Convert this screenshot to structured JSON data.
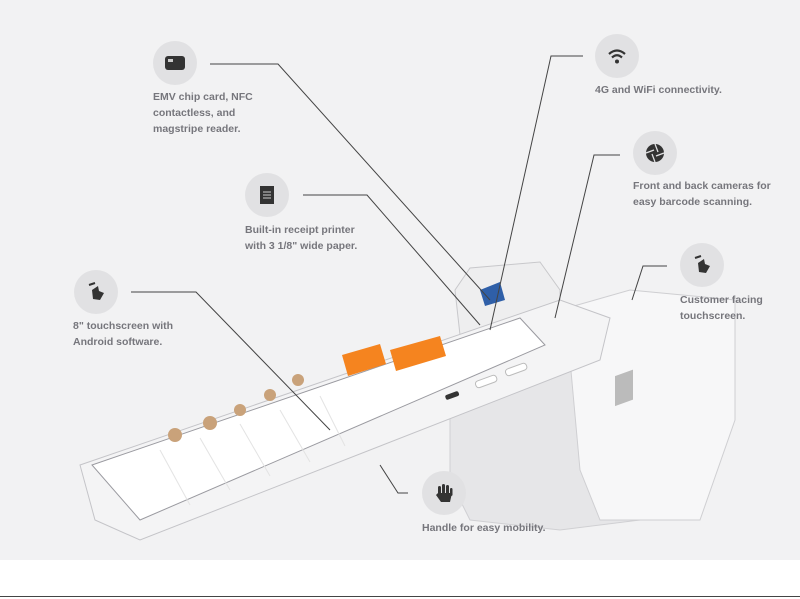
{
  "callouts": [
    {
      "id": "card-reader",
      "icon": "credit-card-icon",
      "text": "EMV chip card, NFC\ncontactless, and\nmagstripe reader."
    },
    {
      "id": "receipt-printer",
      "icon": "receipt-icon",
      "text": "Built-in receipt printer\nwith 3 1/8\" wide paper."
    },
    {
      "id": "touchscreen",
      "icon": "touch-gesture-icon",
      "text": "8\" touchscreen with\nAndroid software."
    },
    {
      "id": "connectivity",
      "icon": "wifi-icon",
      "text": "4G and WiFi connectivity."
    },
    {
      "id": "cameras",
      "icon": "camera-aperture-icon",
      "text": "Front and back cameras for\neasy barcode scanning."
    },
    {
      "id": "customer-screen",
      "icon": "touch-gesture-icon",
      "text": "Customer facing\ntouchscreen."
    },
    {
      "id": "handle",
      "icon": "hand-icon",
      "text": "Handle for easy mobility."
    }
  ],
  "colors": {
    "accent": "#f5841f",
    "icon_bg": "#e1e1e3",
    "icon_fg": "#333333",
    "text": "#76767c",
    "background": "#f2f2f3"
  }
}
